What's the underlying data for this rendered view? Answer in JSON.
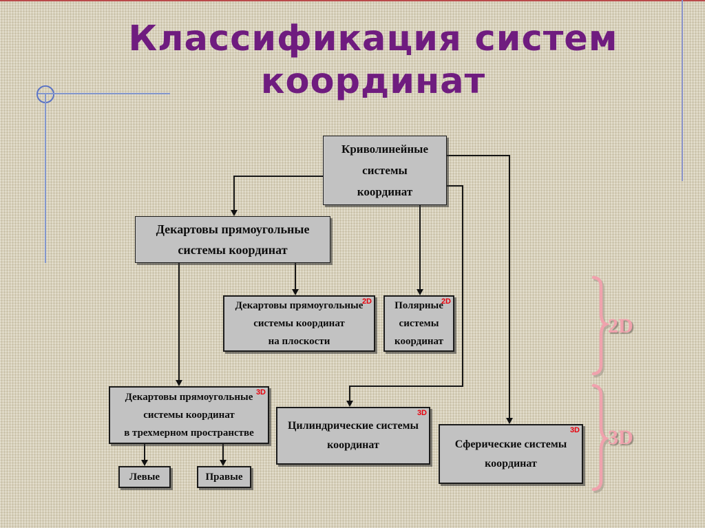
{
  "title": {
    "line1": "Классификация систем",
    "line2": "координат"
  },
  "diagram": {
    "nodes": [
      {
        "id": "curvilinear",
        "label": "Криволинейные\nсистемы\nкоординат",
        "badge": ""
      },
      {
        "id": "cartesian",
        "label": "Декартовы прямоугольные\nсистемы координат",
        "badge": ""
      },
      {
        "id": "cartesian-2d",
        "label": "Декартовы прямоугольные\nсистемы координат\nна плоскости",
        "badge": "2D"
      },
      {
        "id": "polar-2d",
        "label": "Полярные\nсистемы\nкоординат",
        "badge": "2D"
      },
      {
        "id": "cartesian-3d",
        "label": "Декартовы прямоугольные\nсистемы координат\nв трехмерном пространстве",
        "badge": "3D"
      },
      {
        "id": "cylindrical-3d",
        "label": "Цилиндрические системы\nкоординат",
        "badge": "3D"
      },
      {
        "id": "spherical-3d",
        "label": "Сферические системы\nкоординат",
        "badge": "3D"
      },
      {
        "id": "left-handed",
        "label": "Левые",
        "badge": ""
      },
      {
        "id": "right-handed",
        "label": "Правые",
        "badge": ""
      }
    ],
    "side_labels": {
      "dim2": "2D",
      "dim3": "3D"
    }
  },
  "colors": {
    "background": "#d9d2bc",
    "title_purple": "#6f1c7f",
    "box_fill": "#c2c2c2",
    "box_border": "#1a1a1a",
    "badge_red": "#e8000c",
    "brace_pink": "#f0a2ad",
    "ornament_blue": "#8296cc",
    "top_line_red": "#b94a4a"
  }
}
